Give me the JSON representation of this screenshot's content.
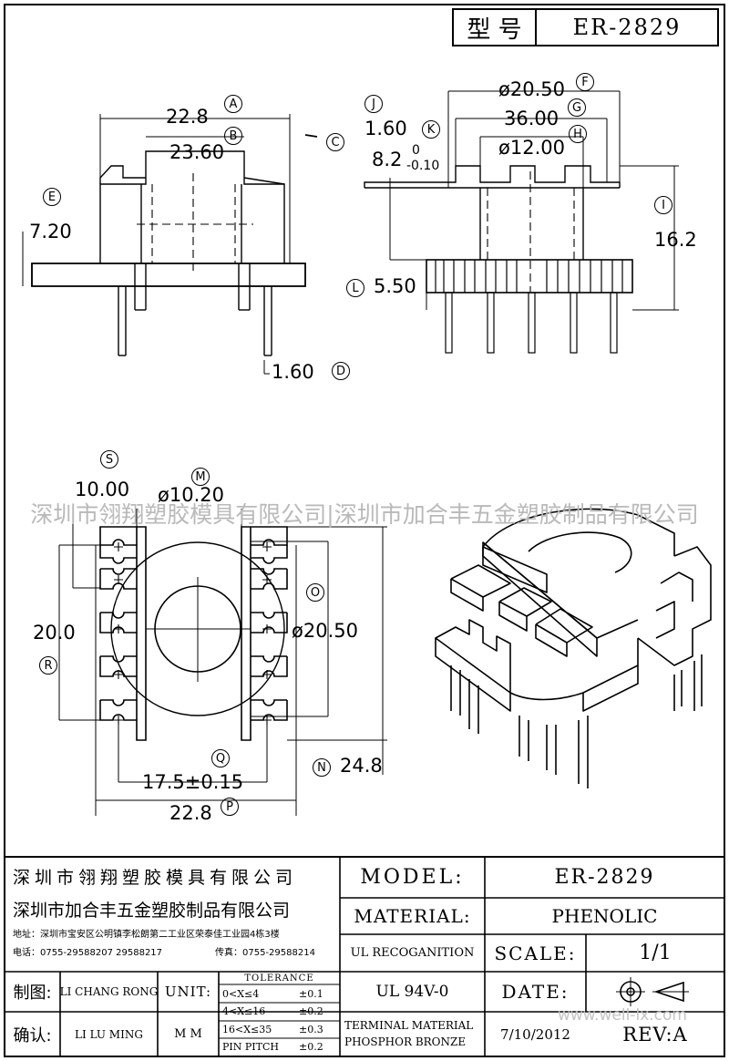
{
  "header": {
    "type_label": "型 号",
    "type_value": "ER-2829"
  },
  "dimensions": {
    "A": "22.8",
    "B": "23.60",
    "C": "C",
    "D": "1.60",
    "E": "7.20",
    "F": "ø20.50",
    "G": "36.00",
    "H": "ø12.00",
    "I": "16.2",
    "J": "1.60",
    "K_main": "8.2",
    "K_up": "0",
    "K_down": "-0.10",
    "L": "5.50",
    "M": "ø10.20",
    "N": "24.8",
    "O": "ø20.50",
    "P": "22.8",
    "Q": "17.5±0.15",
    "R": "20.0",
    "S": "10.00"
  },
  "markers": [
    "A",
    "B",
    "C",
    "D",
    "E",
    "F",
    "G",
    "H",
    "I",
    "J",
    "K",
    "L",
    "M",
    "N",
    "O",
    "P",
    "Q",
    "R",
    "S"
  ],
  "watermark": "深圳市翎翔塑胶模具有限公司|深圳市加合丰五金塑胶制品有限公司",
  "watermark2": "www.well-lx.com",
  "title_block": {
    "company1": "深圳市翎翔塑胶模具有限公司",
    "company2": "深圳市加合丰五金塑胶制品有限公司",
    "address": "地址：深圳市宝安区公明镇李松朗第二工业区荣泰佳工业园4栋3楼",
    "phone": "电话：0755-29588207  29588217",
    "fax": "传真：0755-29588214",
    "model_label": "MODEL:",
    "model_value": "ER-2829",
    "material_label": "MATERIAL:",
    "material_value": "PHENOLIC",
    "ul_label": "UL RECOGANITION",
    "ul_value": "UL 94V-0",
    "scale_label": "SCALE:",
    "scale_value": "1/1",
    "date_label": "DATE:",
    "date_value": "7/10/2012",
    "terminal_line1": "TERMINAL MATERIAL",
    "terminal_line2": "PHOSPHOR  BRONZE",
    "rev": "REV:A",
    "drawn_label": "制图:",
    "drawn_name": "LI CHANG RONG",
    "check_label": "确认:",
    "check_name": "LI LU MING",
    "unit_label": "UNIT:",
    "unit_value": "M M",
    "tolerance_title": "TOLERANCE",
    "tolerance_rows": [
      {
        "range": "0<X≤4",
        "tol": "±0.1"
      },
      {
        "range": "4<X≤16",
        "tol": "±0.2"
      },
      {
        "range": "16<X≤35",
        "tol": "±0.3"
      },
      {
        "range": "PIN PITCH",
        "tol": "±0.2"
      }
    ]
  }
}
